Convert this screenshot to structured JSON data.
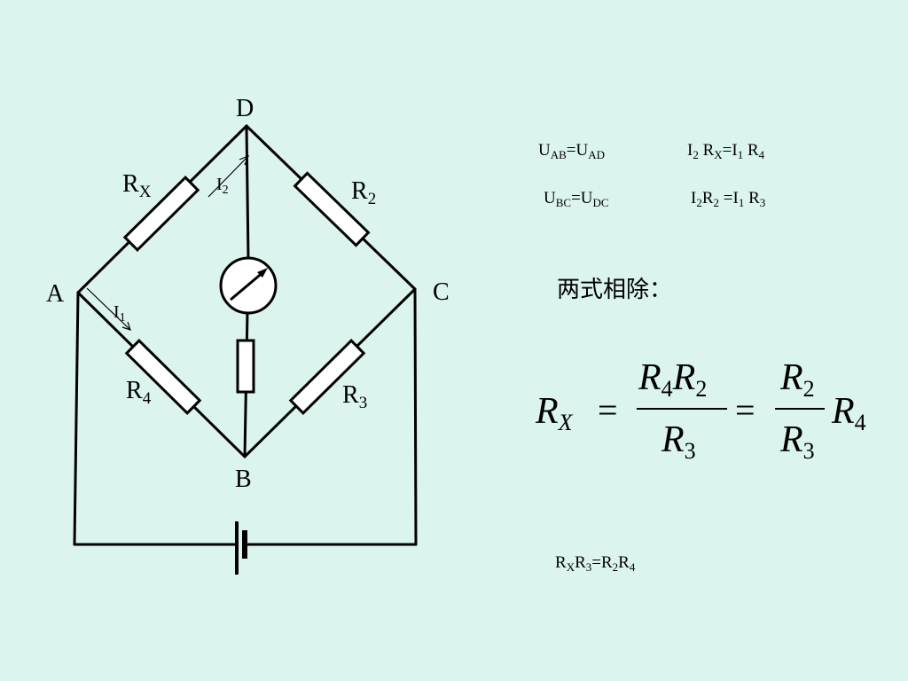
{
  "nodes": {
    "D": "D",
    "A": "A",
    "C": "C",
    "B": "B"
  },
  "resistors": {
    "rx": {
      "main": "R",
      "sub": "X"
    },
    "r2": {
      "main": "R",
      "sub": "2"
    },
    "r4": {
      "main": "R",
      "sub": "4"
    },
    "r3": {
      "main": "R",
      "sub": "3"
    }
  },
  "currents": {
    "i2": {
      "main": "I",
      "sub": "2"
    },
    "i1": {
      "main": "I",
      "sub": "1"
    }
  },
  "equations": {
    "row1_left": {
      "a": "U",
      "a_sub": "AB",
      "eq": "=U",
      "b_sub": "AD"
    },
    "row1_right": {
      "a": "I",
      "a_sub": "2",
      "b": " R",
      "b_sub": "X",
      "eq": "=I",
      "c_sub": "1",
      "d": " R",
      "d_sub": "4"
    },
    "row2_left": {
      "a": "U",
      "a_sub": "BC",
      "eq": "=U",
      "b_sub": "DC"
    },
    "row2_right": {
      "a": "I",
      "a_sub": "2",
      "b": "R",
      "b_sub": "2",
      "eq": " =I",
      "c_sub": "1",
      "d": " R",
      "d_sub": "3"
    },
    "divide_text": "两式相除：",
    "result": {
      "a": "R",
      "a_sub": "X",
      "b": "R",
      "b_sub": "3",
      "eq": "=R",
      "c_sub": "2",
      "d": "R",
      "d_sub": "4"
    }
  },
  "formula": {
    "lhs": {
      "main": "R",
      "sub": "X"
    },
    "equals": "=",
    "frac1_num_a": {
      "main": "R",
      "sub": "4"
    },
    "frac1_num_b": {
      "main": "R",
      "sub": "2"
    },
    "frac1_den": {
      "main": "R",
      "sub": "3"
    },
    "frac2_num": {
      "main": "R",
      "sub": "2"
    },
    "frac2_den": {
      "main": "R",
      "sub": "3"
    },
    "tail": {
      "main": "R",
      "sub": "4"
    }
  }
}
